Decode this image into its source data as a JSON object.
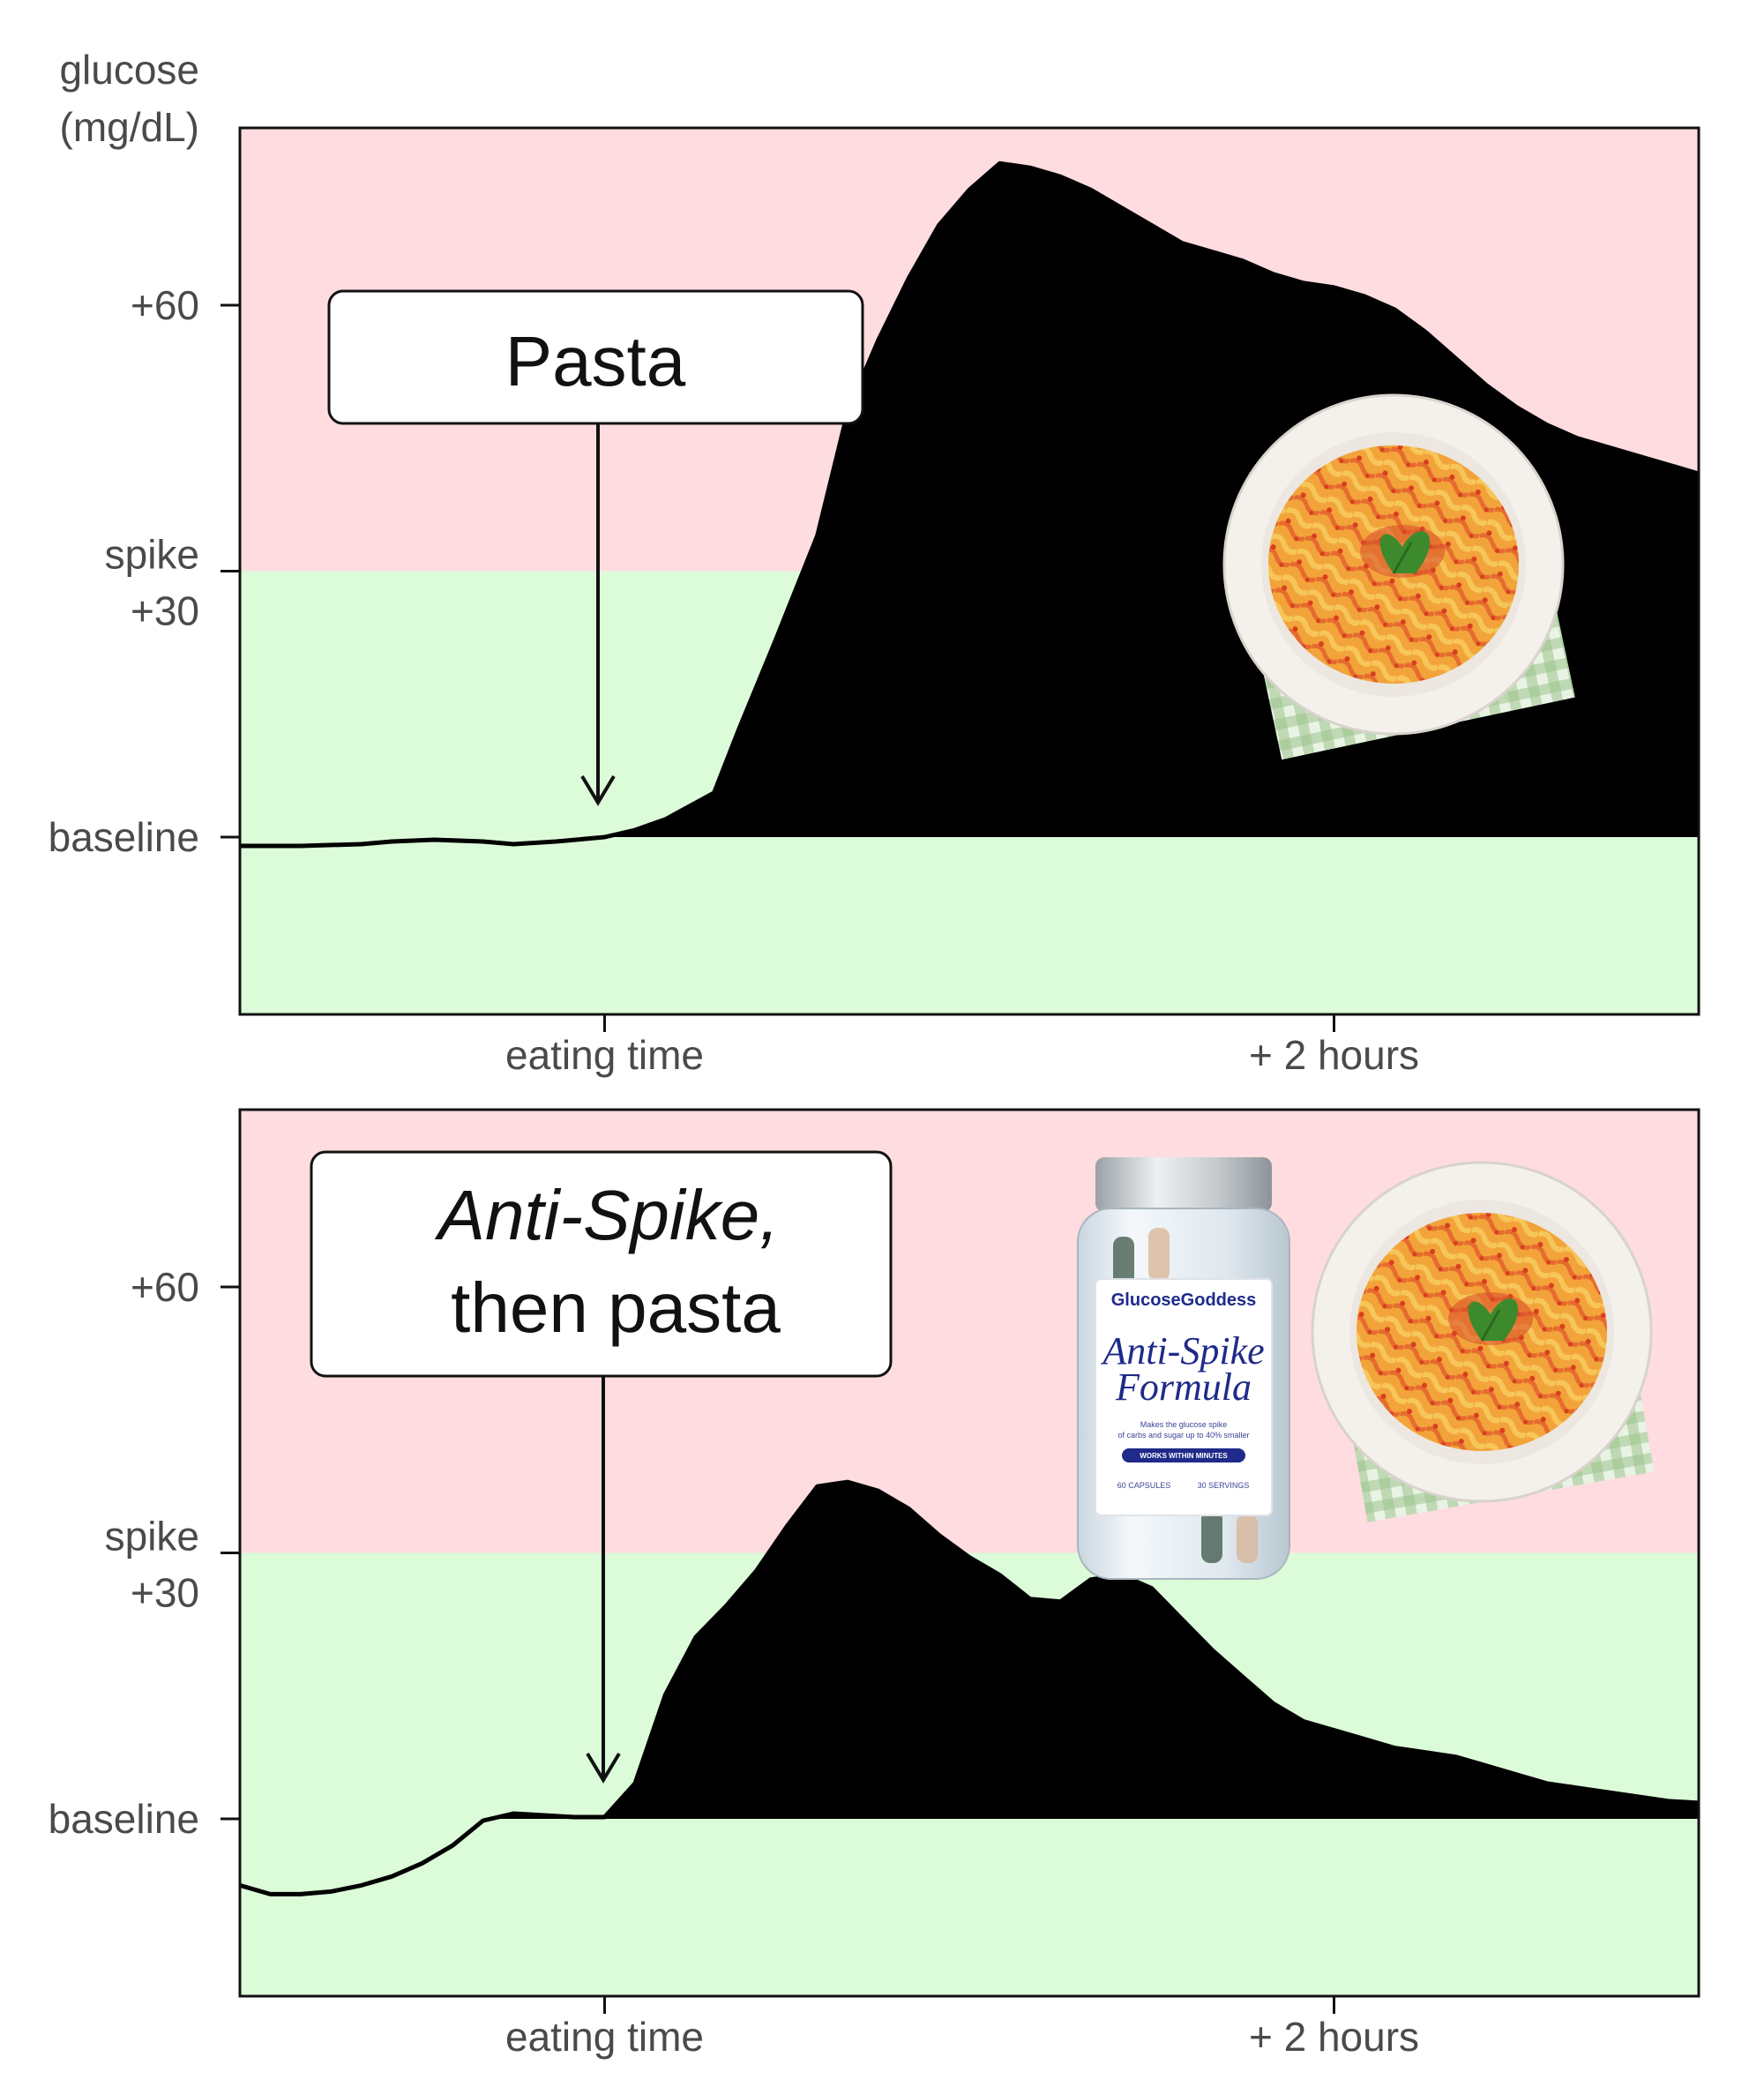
{
  "y_axis_title": [
    "glucose",
    "(mg/dL)"
  ],
  "colors": {
    "spike_zone": "#fedcdf",
    "normal_zone": "#dcfbd9",
    "curve": "#000000",
    "frame": "#111111",
    "axis_text": "#4a4a4a",
    "bottle_label": "#1f2a8a"
  },
  "chart_data": [
    {
      "type": "area",
      "annotation": "Pasta",
      "y_ticks": [
        {
          "value": 0,
          "lines": [
            "baseline"
          ]
        },
        {
          "value": 30,
          "lines": [
            "spike",
            "+30"
          ]
        },
        {
          "value": 60,
          "lines": [
            "+60"
          ]
        }
      ],
      "x_ticks": [
        {
          "value": 0,
          "label": "eating time"
        },
        {
          "value": 120,
          "label": "+ 2 hours"
        }
      ],
      "xlim": [
        -60,
        180
      ],
      "ylim": [
        -20,
        80
      ],
      "spike_threshold": 30,
      "image": "pasta-plate",
      "series": [
        {
          "x": [
            -60,
            -50,
            -40,
            -35,
            -28,
            -20,
            -15,
            -8,
            0,
            5,
            10,
            18,
            22,
            28,
            35,
            40,
            45,
            50,
            55,
            60,
            65,
            70,
            75,
            80,
            85,
            90,
            95,
            100,
            105,
            110,
            115,
            120,
            125,
            130,
            135,
            140,
            145,
            150,
            155,
            160,
            165,
            170,
            175,
            180
          ],
          "y": [
            -1,
            -1,
            -0.8,
            -0.5,
            -0.3,
            -0.5,
            -0.8,
            -0.5,
            0,
            0.8,
            2,
            5,
            12,
            22,
            34,
            48,
            56,
            63,
            69,
            73,
            76,
            75.5,
            74.5,
            73,
            71,
            69,
            67,
            66,
            65,
            63.5,
            62.5,
            62,
            61,
            59.5,
            57,
            54,
            51,
            48.5,
            46.5,
            45,
            44,
            43,
            42,
            41
          ]
        }
      ]
    },
    {
      "type": "area",
      "annotation": [
        "Anti-Spike,",
        "then pasta"
      ],
      "y_ticks": [
        {
          "value": 0,
          "lines": [
            "baseline"
          ]
        },
        {
          "value": 30,
          "lines": [
            "spike",
            "+30"
          ]
        },
        {
          "value": 60,
          "lines": [
            "+60"
          ]
        }
      ],
      "x_ticks": [
        {
          "value": 0,
          "label": "eating time"
        },
        {
          "value": 120,
          "label": "+ 2 hours"
        }
      ],
      "xlim": [
        -60,
        180
      ],
      "ylim": [
        -20,
        80
      ],
      "spike_threshold": 30,
      "image": [
        "anti-spike-bottle",
        "pasta-plate"
      ],
      "bottle": {
        "brand": "GlucoseGoddess",
        "title": [
          "Anti-Spike",
          "Formula"
        ],
        "subtitle": [
          "Makes the glucose spike",
          "of carbs and sugar up to 40% smaller"
        ],
        "badge": "WORKS WITHIN MINUTES",
        "capsules": "60 CAPSULES",
        "servings": "30 SERVINGS"
      },
      "series": [
        {
          "x": [
            -60,
            -55,
            -50,
            -45,
            -40,
            -35,
            -30,
            -25,
            -20,
            -15,
            -10,
            -5,
            0,
            5,
            10,
            15,
            20,
            25,
            30,
            35,
            40,
            45,
            50,
            55,
            60,
            65,
            70,
            75,
            80,
            85,
            90,
            95,
            100,
            105,
            110,
            115,
            120,
            125,
            130,
            135,
            140,
            145,
            150,
            155,
            160,
            165,
            170,
            175,
            180
          ],
          "y": [
            -7.5,
            -8.5,
            -8.5,
            -8.2,
            -7.5,
            -6.5,
            -5,
            -3,
            -0.2,
            0.6,
            0.4,
            0.2,
            0.2,
            4,
            14,
            20.5,
            24,
            28,
            33,
            37.5,
            38,
            37,
            35,
            32,
            29.5,
            27.5,
            24.8,
            24.5,
            27,
            27.5,
            26,
            22.5,
            19,
            16,
            13,
            11,
            10,
            9,
            8,
            7.5,
            7,
            6,
            5,
            4,
            3.5,
            3,
            2.5,
            2,
            1.8
          ]
        }
      ]
    }
  ]
}
